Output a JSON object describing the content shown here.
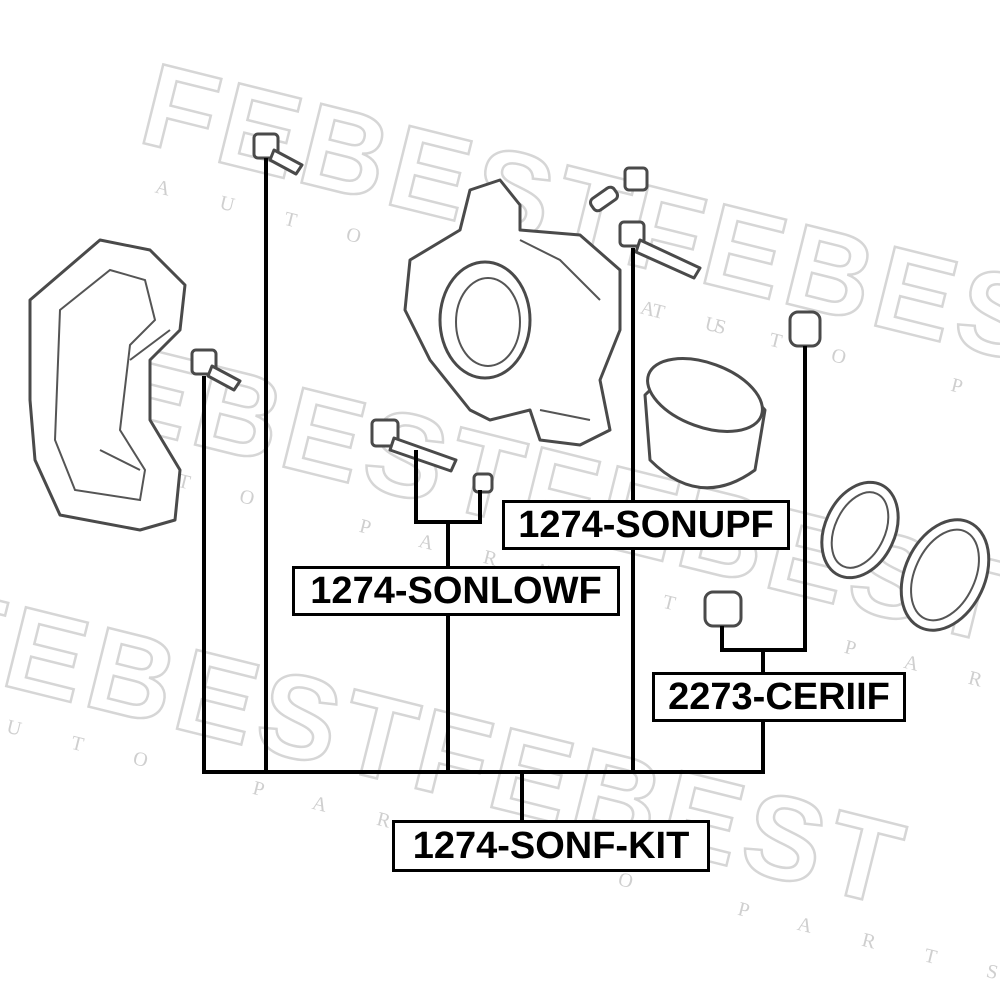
{
  "watermark": {
    "brand": "FEBEST",
    "tagline": "AUTO PARTS"
  },
  "parts": {
    "upper_pin": {
      "part_no": "1274-SONUPF"
    },
    "lower_pin": {
      "part_no": "1274-SONLOWF"
    },
    "piston_seal_kit": {
      "part_no": "2273-CERIIF"
    },
    "full_kit": {
      "part_no": "1274-SONF-KIT"
    }
  }
}
